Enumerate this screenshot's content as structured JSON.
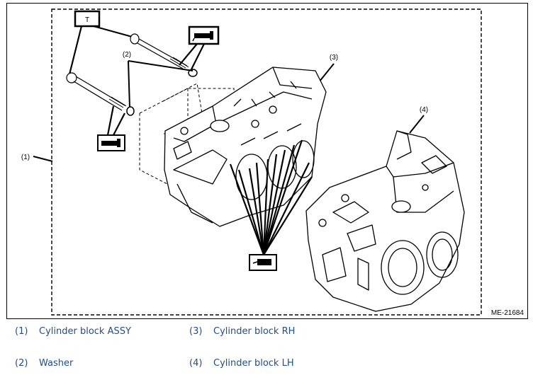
{
  "figure": {
    "torque_symbol": "T",
    "drawing_code": "ME-21684",
    "callouts": [
      "(1)",
      "(2)",
      "(3)",
      "(4)"
    ]
  },
  "legend": [
    {
      "num": "(1)",
      "label": "Cylinder block ASSY"
    },
    {
      "num": "(3)",
      "label": "Cylinder block RH"
    },
    {
      "num": "(2)",
      "label": "Washer"
    },
    {
      "num": "(4)",
      "label": "Cylinder block LH"
    }
  ],
  "colors": {
    "legend_text": "#1f4e8c",
    "line": "#000000"
  }
}
